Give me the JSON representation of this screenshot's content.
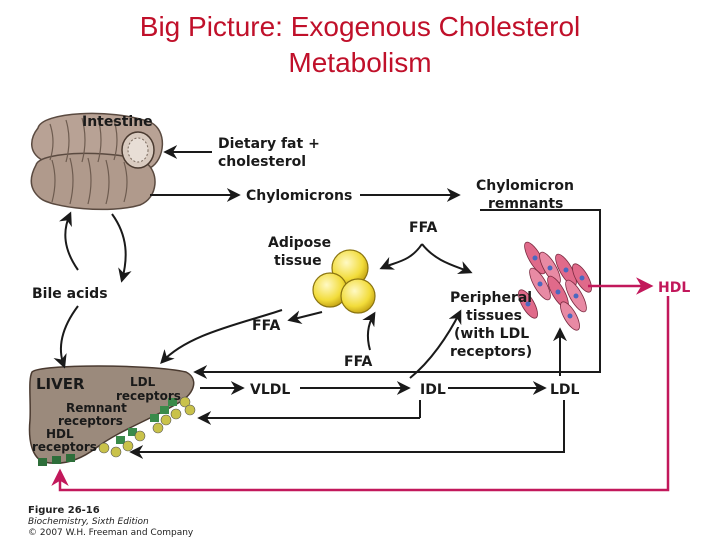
{
  "title": {
    "line1": "Big Picture: Exogenous Cholesterol",
    "line2": "Metabolism"
  },
  "labels": {
    "intestine": "Intestine",
    "dietary1": "Dietary fat +",
    "dietary2": "cholesterol",
    "chylomicrons": "Chylomicrons",
    "remnants1": "Chylomicron",
    "remnants2": "remnants",
    "ffa_top": "FFA",
    "adipose1": "Adipose",
    "adipose2": "tissue",
    "bile_acids": "Bile acids",
    "ffa_left": "FFA",
    "ffa_mid": "FFA",
    "peripheral1": "Peripheral",
    "peripheral2": "tissues",
    "peripheral3": "(with LDL",
    "peripheral4": "receptors)",
    "hdl": "HDL",
    "liver": "LIVER",
    "ldl_rec1": "LDL",
    "ldl_rec2": "receptors",
    "remnant_rec1": "Remnant",
    "remnant_rec2": "receptors",
    "hdl_rec1": "HDL",
    "hdl_rec2": "receptors",
    "vldl": "VLDL",
    "idl": "IDL",
    "ldl": "LDL"
  },
  "caption": {
    "figure": "Figure 26-16",
    "book": "Biochemistry, Sixth Edition",
    "copyright": "© 2007 W.H. Freeman and Company"
  },
  "colors": {
    "title": "#c0102a",
    "hdl_path": "#c2185b",
    "arrow": "#1a1a1a",
    "adipose": "#f2dc3a",
    "liver": "#9b8a7c",
    "intestine": "#b8a295",
    "receptor_green": "#3a8a4a",
    "cells": "#e06a8a"
  }
}
